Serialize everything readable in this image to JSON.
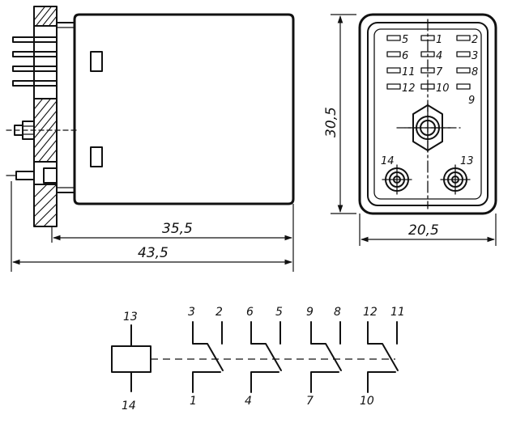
{
  "dimensions": {
    "body_length": "35,5",
    "overall_length": "43,5",
    "height": "30,5",
    "width": "20,5"
  },
  "socket_pins": {
    "row1": [
      "5",
      "1",
      "2"
    ],
    "row2": [
      "6",
      "4",
      "3"
    ],
    "row3": [
      "11",
      "7",
      "8"
    ],
    "row4": [
      "12",
      "10",
      "9"
    ],
    "coil_left": "14",
    "coil_right": "13"
  },
  "schematic": {
    "coil_top": "13",
    "coil_bottom": "14",
    "groups": [
      {
        "nc": "3",
        "no": "2",
        "com": "1"
      },
      {
        "nc": "6",
        "no": "5",
        "com": "4"
      },
      {
        "nc": "9",
        "no": "8",
        "com": "7"
      },
      {
        "nc": "12",
        "no": "11",
        "com": "10"
      }
    ]
  }
}
